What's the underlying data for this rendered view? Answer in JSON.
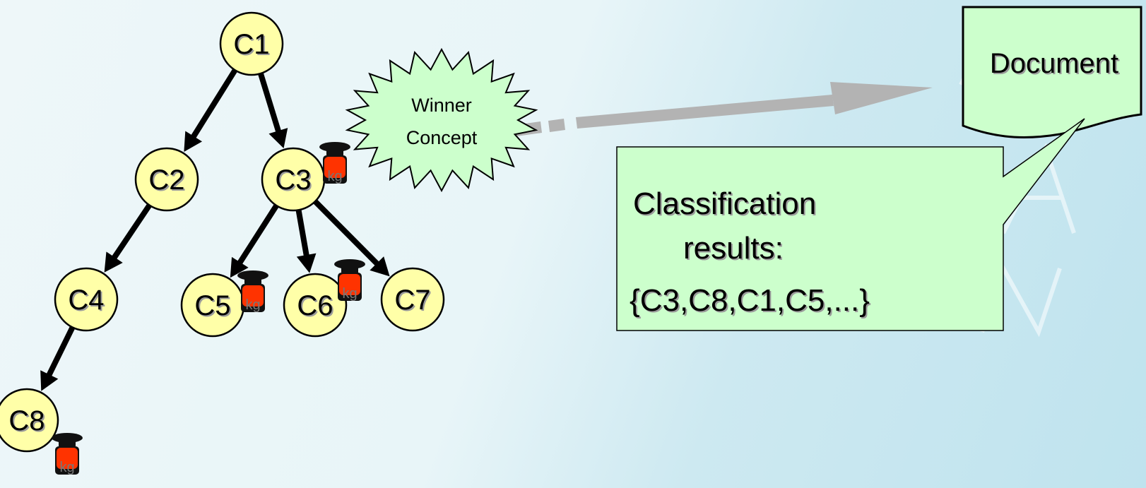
{
  "tree": {
    "nodes": [
      {
        "id": "C1",
        "label": "C1",
        "has_weight": false
      },
      {
        "id": "C2",
        "label": "C2",
        "has_weight": false
      },
      {
        "id": "C3",
        "label": "C3",
        "has_weight": true
      },
      {
        "id": "C4",
        "label": "C4",
        "has_weight": false
      },
      {
        "id": "C5",
        "label": "C5",
        "has_weight": true
      },
      {
        "id": "C6",
        "label": "C6",
        "has_weight": true
      },
      {
        "id": "C7",
        "label": "C7",
        "has_weight": false
      },
      {
        "id": "C8",
        "label": "C8",
        "has_weight": true
      }
    ],
    "edges": [
      {
        "from": "C1",
        "to": "C2"
      },
      {
        "from": "C1",
        "to": "C3"
      },
      {
        "from": "C2",
        "to": "C4"
      },
      {
        "from": "C3",
        "to": "C5"
      },
      {
        "from": "C3",
        "to": "C6"
      },
      {
        "from": "C3",
        "to": "C7"
      },
      {
        "from": "C4",
        "to": "C8"
      }
    ],
    "weight_unit": "kg"
  },
  "winner_burst": {
    "line1": "Winner",
    "line2": "Concept"
  },
  "document": {
    "label": "Document"
  },
  "callout": {
    "line1": "Classification",
    "line2": "results:",
    "line3": "{C3,C8,C1,C5,...}"
  },
  "colors": {
    "node_fill": "#ffffa8",
    "shape_fill": "#ccffcc",
    "weight": "#ff3300",
    "arrow_gray": "#b3b3b3"
  }
}
